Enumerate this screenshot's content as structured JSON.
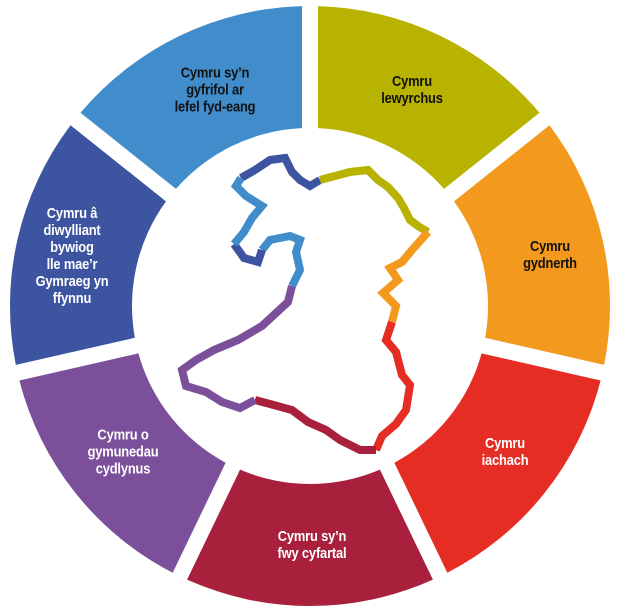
{
  "goals": [
    {
      "label": "Cymru\nlewyrchus",
      "color": "#b8b200",
      "text_color": "dark"
    },
    {
      "label": "Cymru\ngydnerth",
      "color": "#f39a1e",
      "text_color": "dark"
    },
    {
      "label": "Cymru\niachach",
      "color": "#e52d24",
      "text_color": "light"
    },
    {
      "label": "Cymru sy’n\nfwy cyfartal",
      "color": "#a8203b",
      "text_color": "light"
    },
    {
      "label": "Cymru o\ngymunedau\ncydlynus",
      "color": "#7b4f9a",
      "text_color": "light"
    },
    {
      "label": "Cymru â\ndiwylliant\nbywiog\nlle mae’r\nGymraeg yn\nffynnu",
      "color": "#3d54a1",
      "text_color": "light"
    },
    {
      "label": "Cymru sy’n\ngyfrifol ar\nlefel fyd-eang",
      "color": "#418dcb",
      "text_color": "dark"
    }
  ]
}
